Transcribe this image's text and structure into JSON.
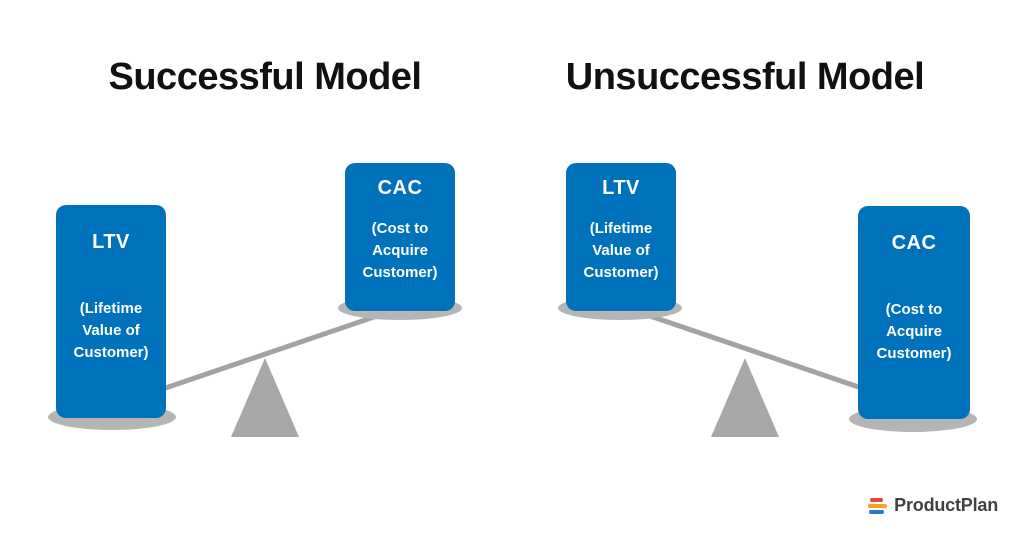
{
  "panels": [
    {
      "id": "successful",
      "title": "Successful Model",
      "ltv": {
        "label": "LTV",
        "sublabel": "(Lifetime Value of Customer)",
        "scale_position": "down-heavy"
      },
      "cac": {
        "label": "CAC",
        "sublabel": "(Cost to Acquire Customer)",
        "scale_position": "up-light"
      }
    },
    {
      "id": "unsuccessful",
      "title": "Unsuccessful Model",
      "ltv": {
        "label": "LTV",
        "sublabel": "(Lifetime Value of Customer)",
        "scale_position": "up-light"
      },
      "cac": {
        "label": "CAC",
        "sublabel": "(Cost to Acquire Customer)",
        "scale_position": "down-heavy"
      }
    }
  ],
  "branding": {
    "logo_text": "ProductPlan",
    "logo_icon": "productplan-roadmap-bars-icon"
  },
  "colors": {
    "background": "#FFFFFF",
    "block_fill": "#0072BC",
    "block_text": "#FFFFFF",
    "title_text": "#111111",
    "seesaw_gray": "#A2A2A2",
    "shadow_gray": "#B5B5B5",
    "logo_bar_red": "#E8443A",
    "logo_bar_orange": "#F6A21D",
    "logo_bar_blue": "#2B79C2",
    "logo_text_color": "#414042"
  }
}
